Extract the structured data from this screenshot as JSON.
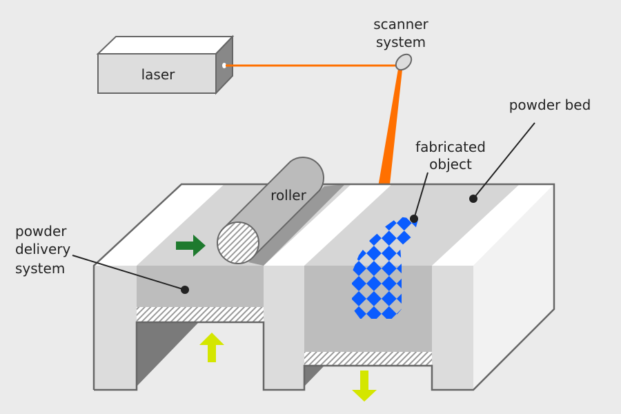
{
  "labels": {
    "laser": "laser",
    "scanner_line1": "scanner",
    "scanner_line2": "system",
    "powder_bed": "powder bed",
    "fabricated_line1": "fabricated",
    "fabricated_line2": "object",
    "roller": "roller",
    "delivery_line1": "powder",
    "delivery_line2": "delivery",
    "delivery_line3": "system"
  },
  "colors": {
    "background": "#ebebeb",
    "laser_beam": "#ff7000",
    "fabricated_object": "#0a5cff",
    "roller_arrow": "#1e7a2e",
    "piston_arrows": "#d4e600",
    "outline": "#666666"
  },
  "icons": {
    "roller_direction": "arrow-right-icon",
    "delivery_piston": "arrow-up-icon",
    "build_piston": "arrow-down-icon"
  }
}
